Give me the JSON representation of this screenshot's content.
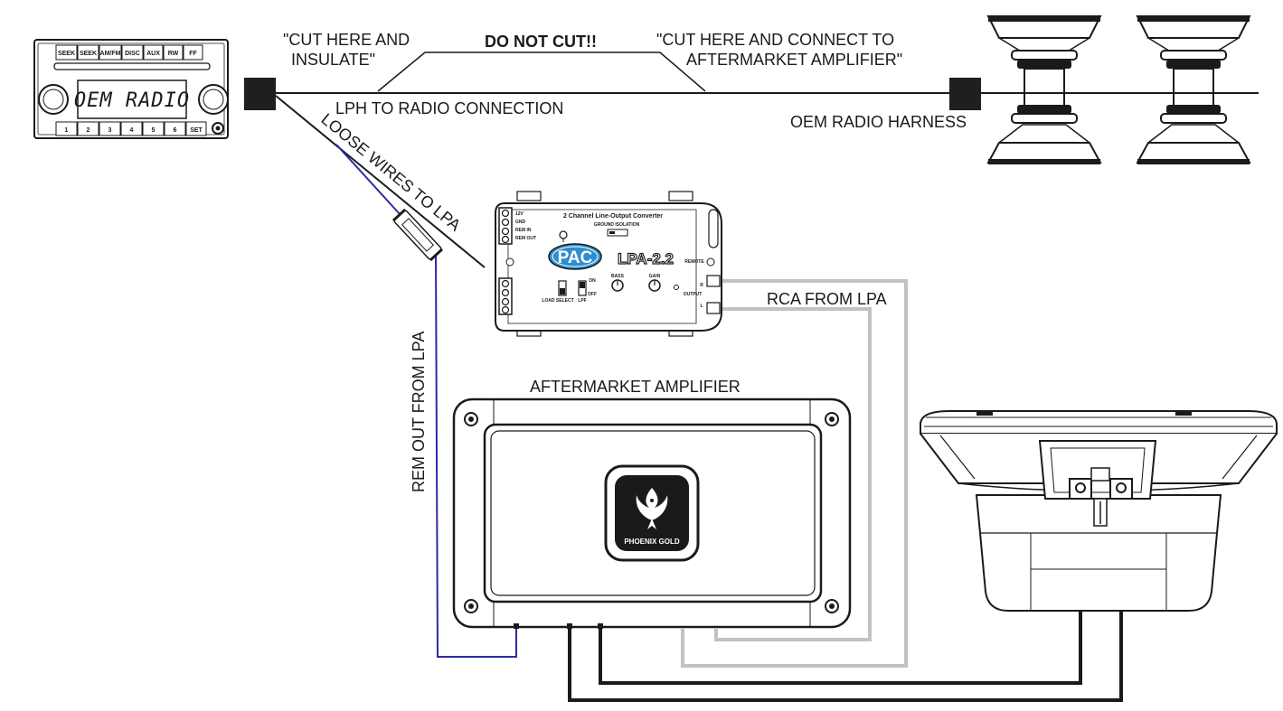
{
  "labels": {
    "cut_insulate_1": "\"CUT HERE AND",
    "cut_insulate_2": "INSULATE\"",
    "do_not_cut": "DO NOT CUT!!",
    "cut_connect_1": "\"CUT HERE AND CONNECT TO",
    "cut_connect_2": "AFTERMARKET AMPLIFIER\"",
    "lph_connection": "LPH TO RADIO CONNECTION",
    "oem_harness": "OEM RADIO HARNESS",
    "loose_wires": "LOOSE WIRES TO LPA",
    "rca_from_lpa": "RCA FROM LPA",
    "rem_out": "REM OUT FROM LPA",
    "amplifier": "AFTERMARKET AMPLIFIER"
  },
  "radio": {
    "display": "OEM RADIO",
    "top_buttons": [
      "SEEK",
      "SEEK",
      "AM/FM",
      "DISC",
      "AUX",
      "RW",
      "FF"
    ],
    "preset_buttons": [
      "1",
      "2",
      "3",
      "4",
      "5",
      "6",
      "SET"
    ]
  },
  "lpa": {
    "title": "2 Channel Line-Output Converter",
    "brand": "PAC",
    "model": "LPA-2.2",
    "terminals_top": [
      "12V",
      "GND",
      "REM IN",
      "REM OUT"
    ],
    "ground_isolation": "GROUND ISOLATION",
    "remote": "REMOTE",
    "output": "OUTPUT",
    "load_select": "LOAD SELECT",
    "lpf": "LPF",
    "bass": "BASS",
    "gain": "GAIN",
    "on": "ON",
    "off": "OFF",
    "channel_left": "L",
    "channel_right": "R"
  },
  "amp": {
    "brand": "PHOENIX GOLD"
  },
  "colors": {
    "line": "#1a1a1a",
    "rem_wire": "#2a2aa8",
    "rca_wire": "#c0c0c0",
    "pac_blue": "#2d8fd0",
    "block": "#1f1f1f"
  }
}
